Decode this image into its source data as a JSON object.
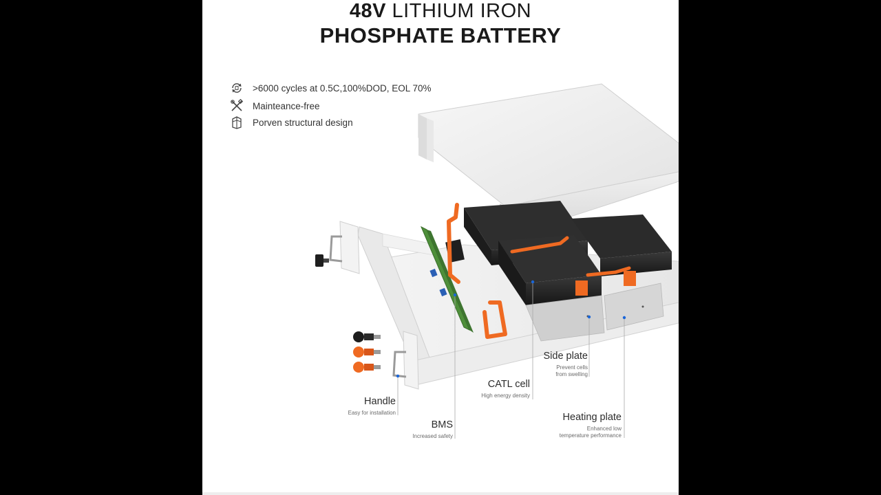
{
  "title": {
    "line1_bold": "48V",
    "line1_rest": " LITHIUM IRON",
    "line2": "PHOSPHATE BATTERY"
  },
  "features": [
    {
      "icon": "cycle-icon",
      "text": ">6000 cycles at 0.5C,100%DOD, EOL 70%"
    },
    {
      "icon": "tools-icon",
      "text": "Mainteance-free"
    },
    {
      "icon": "structure-icon",
      "text": "Porven structural design"
    }
  ],
  "callouts": {
    "side_plate": {
      "title": "Side plate",
      "sub1": "Prevent cells",
      "sub2": "from swelling"
    },
    "catl_cell": {
      "title": "CATL cell",
      "sub1": "High energy density"
    },
    "handle": {
      "title": "Handle",
      "sub1": "Easy for installation"
    },
    "bms": {
      "title": "BMS",
      "sub1": "Increased safety"
    },
    "heating_plate": {
      "title": "Heating plate",
      "sub1": "Enhanced low",
      "sub2": "temperature performance"
    }
  },
  "colors": {
    "accent_orange": "#ef6a22",
    "callout_dot": "#1a66d9",
    "casing": "#ececec",
    "cell_black": "#222222",
    "pcb_green": "#4e8f3a"
  }
}
